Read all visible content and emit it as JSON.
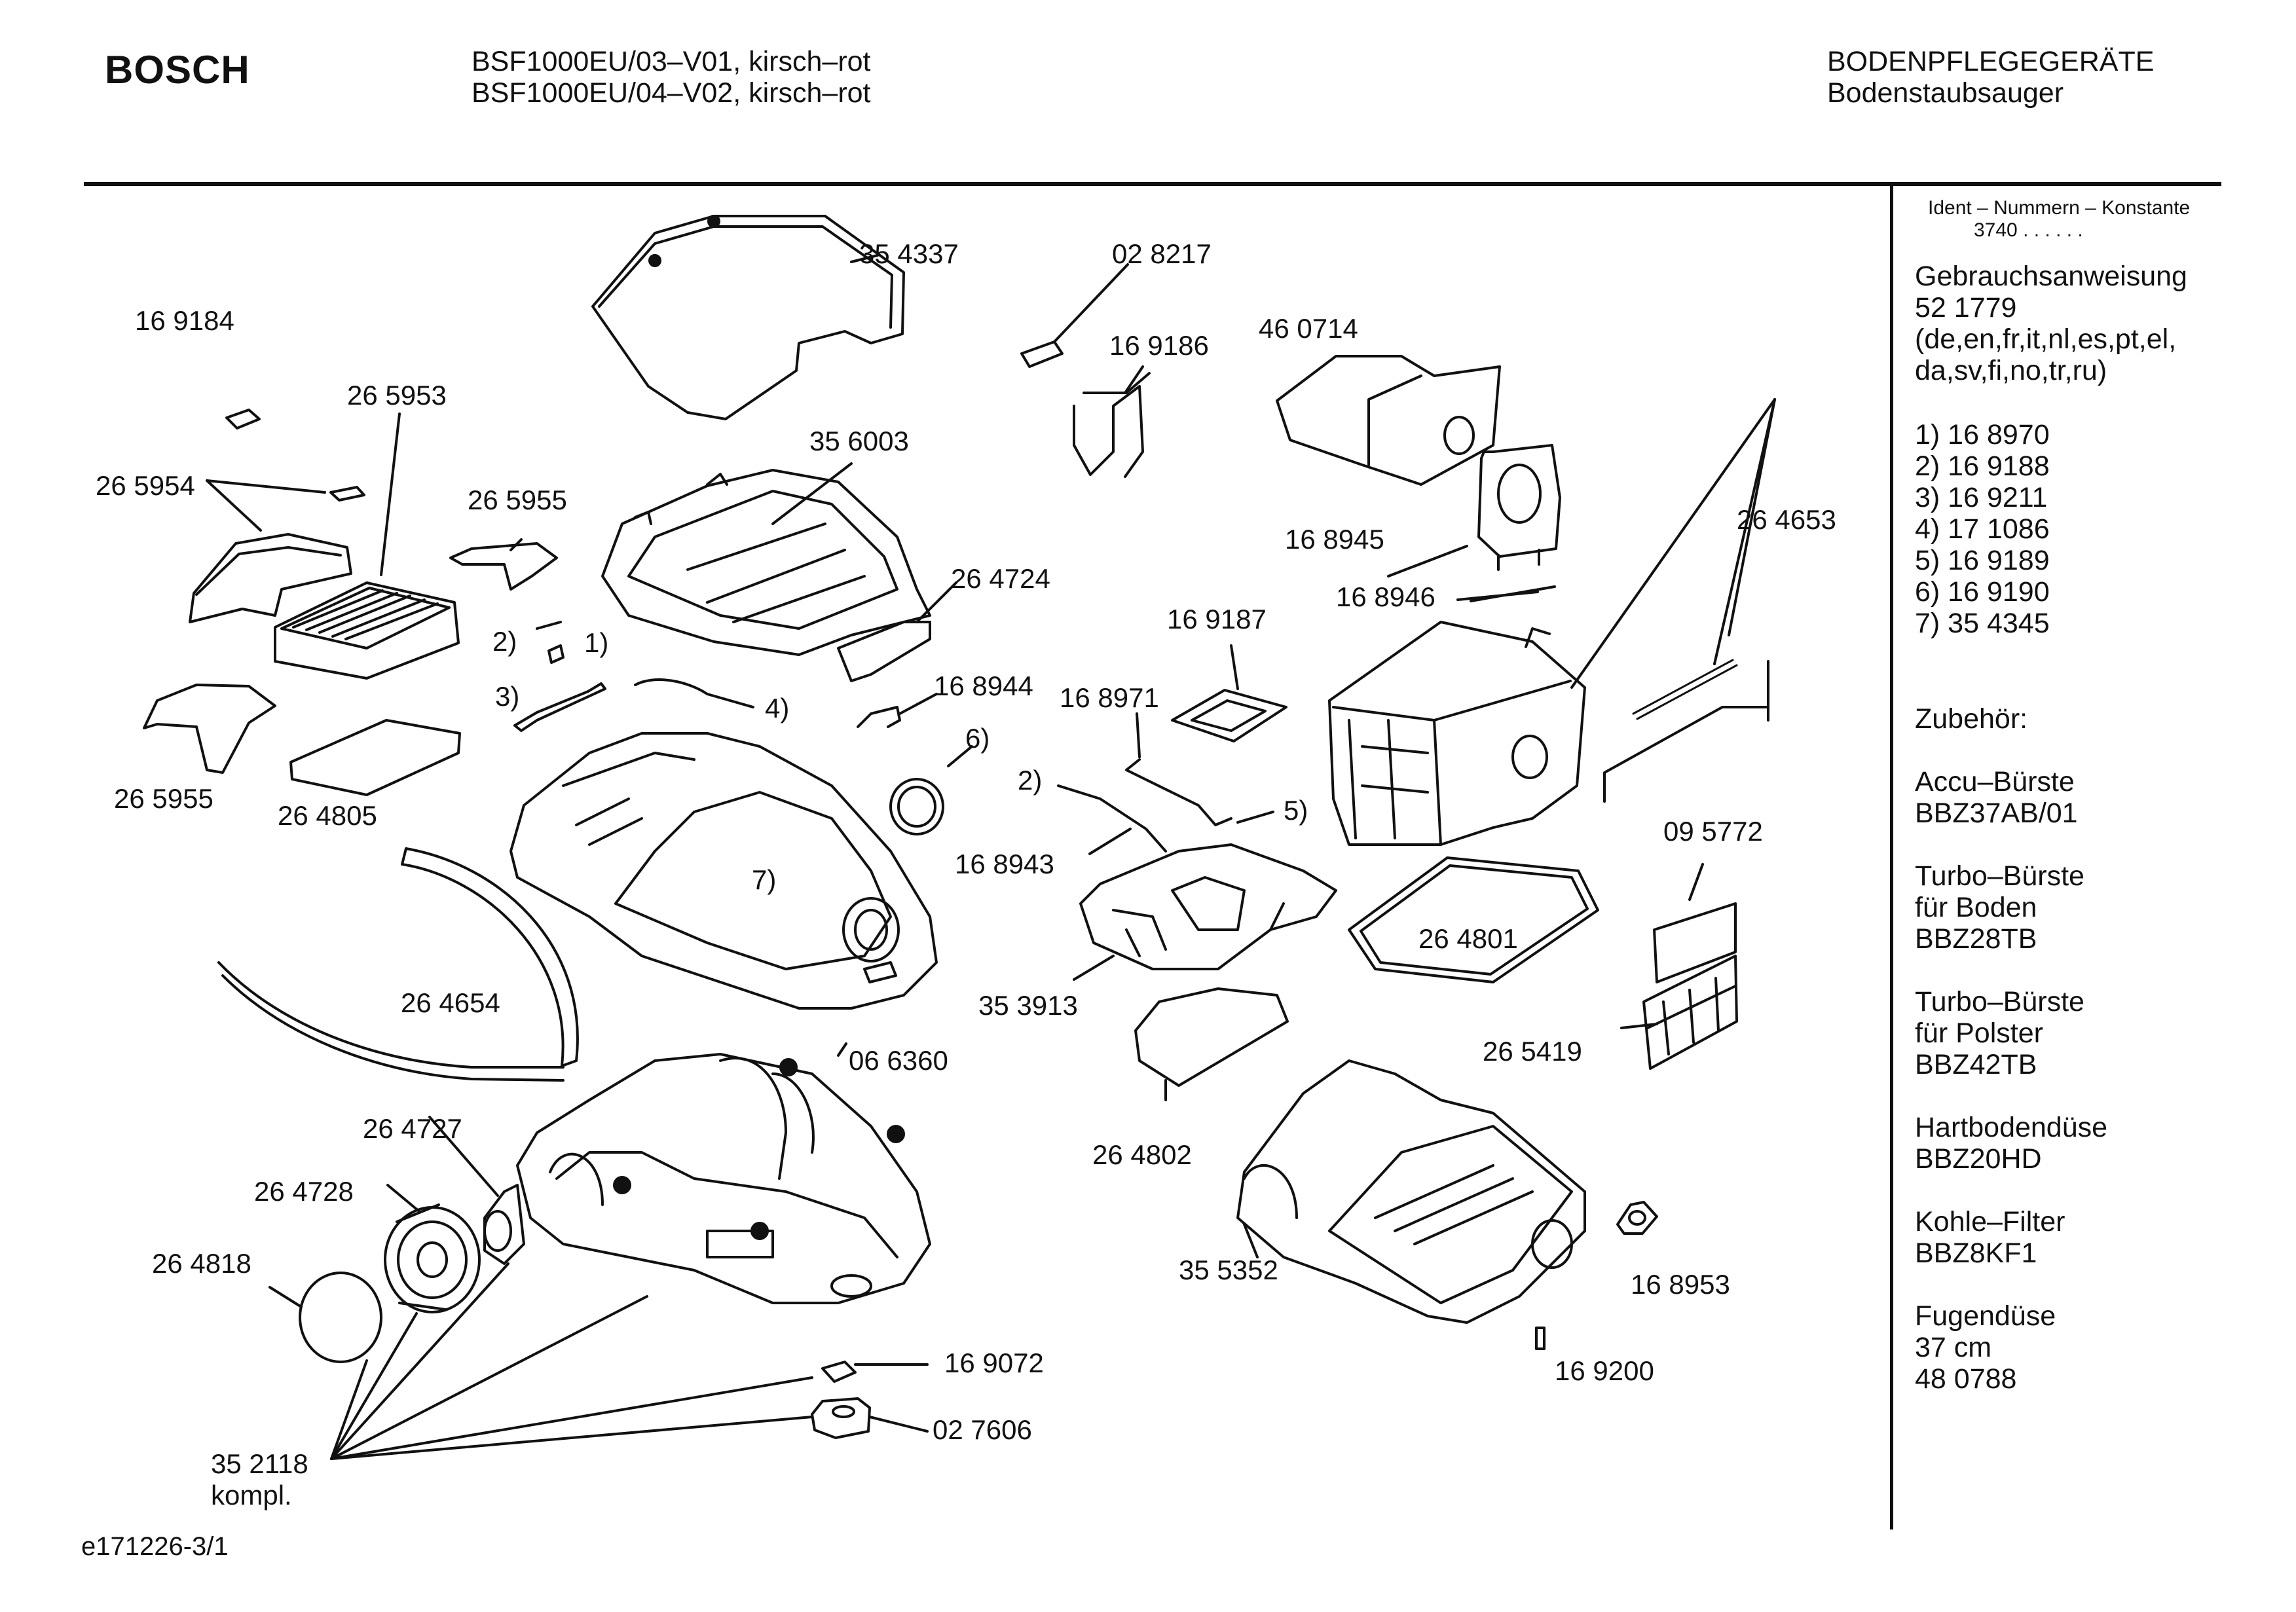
{
  "header": {
    "brand": "BOSCH",
    "model_line_1": "BSF1000EU/03–V01, kirsch–rot",
    "model_line_2": "BSF1000EU/04–V02, kirsch–rot",
    "category": "BODENPFLEGEGERÄTE",
    "subcategory": "Bodenstaubsauger"
  },
  "sidebar": {
    "ident_title": "Ident – Nummern – Konstante",
    "ident_value": "3740  . .    . . . .",
    "manual_title": "Gebrauchsanweisung",
    "manual_number": "52 1779",
    "manual_languages_1": "(de,en,fr,it,nl,es,pt,el,",
    "manual_languages_2": "da,sv,fi,no,tr,ru)",
    "footnotes": [
      "1)  16 8970",
      "2)  16 9188",
      "3)  16 9211",
      "4)  17 1086",
      "5)  16 9189",
      "6)  16 9190",
      "7)  35 4345"
    ],
    "accessories_title": "Zubehör:",
    "accessories": [
      {
        "line1": "Accu–Bürste",
        "line2": "BBZ37AB/01",
        "line3": ""
      },
      {
        "line1": "Turbo–Bürste",
        "line2": "für Boden",
        "line3": "BBZ28TB"
      },
      {
        "line1": "Turbo–Bürste",
        "line2": "für Polster",
        "line3": "BBZ42TB"
      },
      {
        "line1": "Hartbodendüse",
        "line2": "BBZ20HD",
        "line3": ""
      },
      {
        "line1": "Kohle–Filter",
        "line2": "BBZ8KF1",
        "line3": ""
      },
      {
        "line1": "Fugendüse",
        "line2": "37 cm",
        "line3": "48 0788"
      }
    ]
  },
  "parts": {
    "p354337": "35 4337",
    "p028217": "02 8217",
    "p169186": "16 9186",
    "p460714": "46 0714",
    "p169184": "16 9184",
    "p265953": "26 5953",
    "p356003": "35 6003",
    "p265954": "26 5954",
    "p265955a": "26 5955",
    "p168945": "16 8945",
    "p264653": "26 4653",
    "p264724": "26 4724",
    "p168946": "16 8946",
    "p169187": "16 9187",
    "p168944": "16 8944",
    "p168971": "16 8971",
    "p265955b": "26 5955",
    "p264805": "26 4805",
    "p168943": "16 8943",
    "p095772": "09 5772",
    "p264801": "26 4801",
    "p353913": "35 3913",
    "p264654": "26 4654",
    "p265419": "26 5419",
    "p066360": "06 6360",
    "p264727": "26 4727",
    "p264802": "26 4802",
    "p264728": "26 4728",
    "p355352": "35 5352",
    "p264818": "26 4818",
    "p168953": "16 8953",
    "p169072": "16 9072",
    "p169200": "16 9200",
    "p027606": "02 7606",
    "p352118": "35 2118",
    "p352118_note": "kompl."
  },
  "callouts": {
    "c1": "1)",
    "c2a": "2)",
    "c2b": "2)",
    "c3": "3)",
    "c4": "4)",
    "c5": "5)",
    "c6": "6)",
    "c7": "7)"
  },
  "footer": {
    "drawing_id": "e171226-3/1"
  }
}
